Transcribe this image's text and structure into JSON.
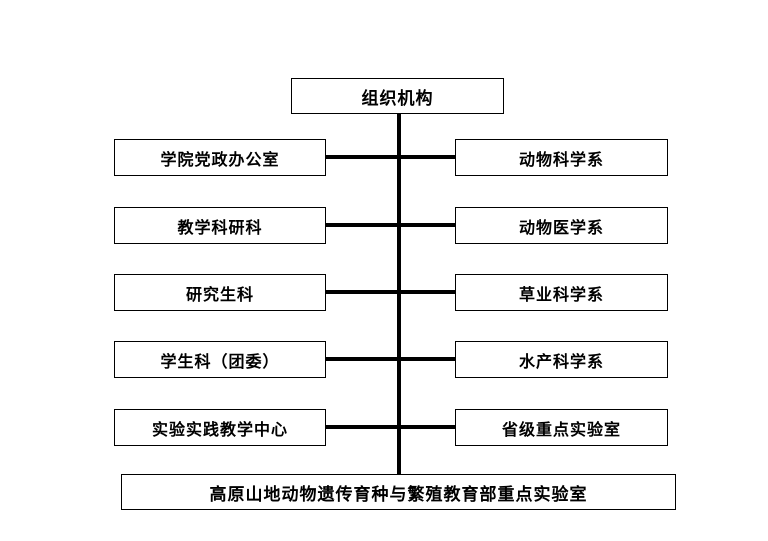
{
  "diagram": {
    "type": "organizational-chart",
    "title": "组织机构",
    "colors": {
      "background": "#ffffff",
      "box_border": "#000000",
      "box_fill": "#ffffff",
      "connector": "#000000",
      "text": "#000000"
    },
    "root": {
      "label": "组织机构"
    },
    "rows": [
      {
        "left": "学院党政办公室",
        "right": "动物科学系"
      },
      {
        "left": "教学科研科",
        "right": "动物医学系"
      },
      {
        "left": "研究生科",
        "right": "草业科学系"
      },
      {
        "left": "学生科（团委）",
        "right": "水产科学系"
      },
      {
        "left": "实验实践教学中心",
        "right": "省级重点实验室"
      }
    ],
    "bottom": {
      "label": "高原山地动物遗传育种与繁殖教育部重点实验室"
    }
  }
}
